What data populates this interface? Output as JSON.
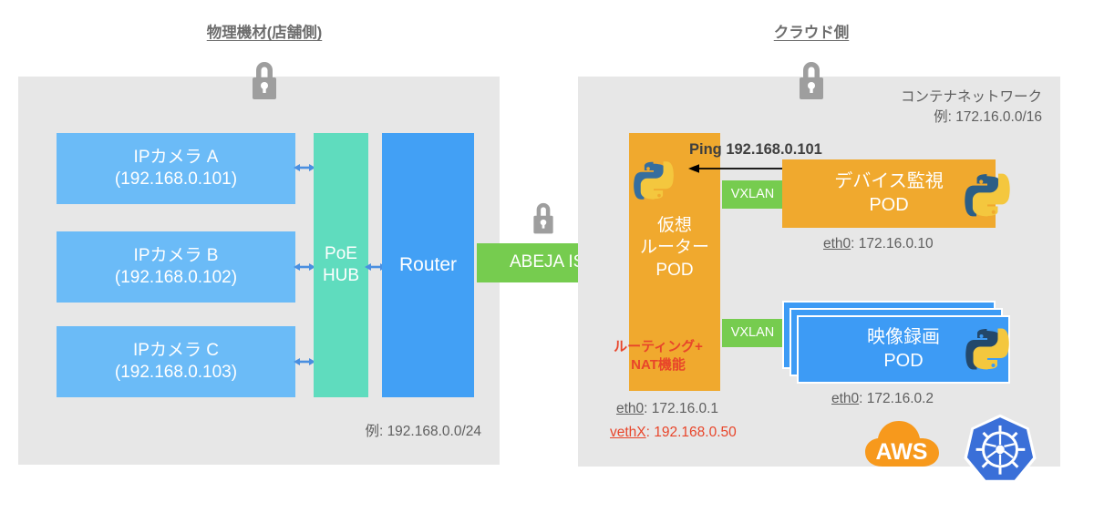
{
  "diagram": {
    "title_left": "物理機材(店舗側)",
    "title_right": "クラウド側",
    "zones": {
      "onprem": {
        "note": "例: 192.168.0.0/24"
      },
      "cloud": {
        "note_line1": "コンテナネットワーク",
        "note_line2": "例: 172.16.0.0/16"
      }
    },
    "cameras": [
      {
        "name": "IPカメラ A",
        "ip": "(192.168.0.101)"
      },
      {
        "name": "IPカメラ B",
        "ip": "(192.168.0.102)"
      },
      {
        "name": "IPカメラ C",
        "ip": "(192.168.0.103)"
      }
    ],
    "poe_hub": {
      "line1": "PoE",
      "line2": "HUB"
    },
    "router": {
      "label": "Router"
    },
    "isp": {
      "label": "ABEJA ISP"
    },
    "virtual_router": {
      "line1": "仮想",
      "line2": "ルーター",
      "line3": "POD",
      "nat_line1": "ルーティング+",
      "nat_line2": "NAT機能",
      "eth0_key": "eth0",
      "eth0_value": ": 172.16.0.1",
      "vethx_key": "vethX",
      "vethx_value": ": 192.168.0.50"
    },
    "vxlan_top": {
      "label": "VXLAN"
    },
    "vxlan_bottom": {
      "label": "VXLAN"
    },
    "device_monitor_pod": {
      "line1": "デバイス監視",
      "line2": "POD",
      "eth0_key": "eth0",
      "eth0_value": ": 172.16.0.10"
    },
    "video_record_pod": {
      "line1": "映像録画",
      "line2": "POD",
      "eth0_key": "eth0",
      "eth0_value": ": 172.16.0.2"
    },
    "ping": {
      "label": "Ping 192.168.0.101"
    },
    "logos": {
      "aws": "AWS",
      "kubernetes": "kubernetes-wheel"
    },
    "icons": {
      "lock_left": "lock-icon",
      "lock_center": "lock-icon",
      "lock_right": "lock-icon",
      "python": "python-logo-icon"
    },
    "colors": {
      "zone_gray": "#e7e7e7",
      "camera_blue": "#6bbbf7",
      "poe_teal": "#5fdcbe",
      "router_blue": "#42a0f5",
      "isp_green": "#76cc4f",
      "pod_orange": "#f0a92e",
      "pod_blue": "#3d9bf5",
      "accent_red": "#e8452a",
      "lock_gray": "#9e9e9e",
      "aws_orange": "#f7991c",
      "k8s_blue": "#3a6fd8"
    }
  }
}
